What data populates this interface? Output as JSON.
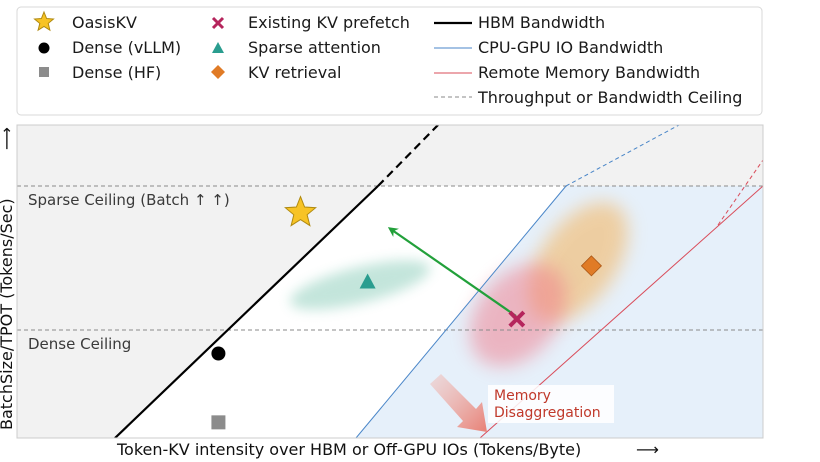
{
  "chart_data": {
    "type": "scatter",
    "title": "",
    "xlabel": "Token-KV intensity over HBM or Off-GPU IOs (Tokens/Byte)",
    "ylabel": "BatchSize/TPOT (Tokens/Sec)",
    "x_arrow": "⟶",
    "y_arrow": "⟶",
    "grid": false,
    "legend_position": "top",
    "ceilings": [
      {
        "label": "Sparse Ceiling (Batch ↑ ↑)",
        "level": "sparse"
      },
      {
        "label": "Dense Ceiling",
        "level": "dense"
      }
    ],
    "series": [
      {
        "name": "OasisKV",
        "marker": "star",
        "color": "#f7c325",
        "x": 0.38,
        "y": 0.72
      },
      {
        "name": "Dense (vLLM)",
        "marker": "circle",
        "color": "#000000",
        "x": 0.27,
        "y": 0.27
      },
      {
        "name": "Dense (HF)",
        "marker": "square",
        "color": "#8c8c8c",
        "x": 0.27,
        "y": 0.05
      },
      {
        "name": "Existing KV prefetch",
        "marker": "x",
        "color": "#b5255c",
        "x": 0.67,
        "y": 0.38
      },
      {
        "name": "Sparse attention",
        "marker": "triangle",
        "color": "#2a9d8f",
        "x": 0.47,
        "y": 0.5
      },
      {
        "name": "KV retrieval",
        "marker": "diamond",
        "color": "#e07b26",
        "x": 0.77,
        "y": 0.55
      }
    ],
    "lines": [
      {
        "name": "HBM Bandwidth",
        "style": "solid",
        "color": "#000000"
      },
      {
        "name": "CPU-GPU IO Bandwidth",
        "style": "solid",
        "color": "#4a86c8"
      },
      {
        "name": "Remote Memory Bandwidth",
        "style": "solid",
        "color": "#d94c5a"
      },
      {
        "name": "Throughput or Bandwidth Ceiling",
        "style": "dashed",
        "color": "#888888"
      }
    ],
    "annotation": "Memory\nDisaggregation"
  },
  "legend": {
    "col1": [
      "OasisKV",
      "Dense (vLLM)",
      "Dense (HF)"
    ],
    "col2": [
      "Existing KV prefetch",
      "Sparse attention",
      "KV retrieval"
    ],
    "col3": [
      "HBM Bandwidth",
      "CPU-GPU IO Bandwidth",
      "Remote Memory Bandwidth",
      "Throughput or Bandwidth Ceiling"
    ]
  },
  "annotation_lines": [
    "Memory",
    "Disaggregation"
  ],
  "colors": {
    "ceiling_shade": "#f2f2f2",
    "offgpu_region": "#e6f0fa",
    "arrow": "#22a03a",
    "hbm": "#000000",
    "cpu_gpu": "#4a86c8",
    "remote": "#d94c5a"
  }
}
